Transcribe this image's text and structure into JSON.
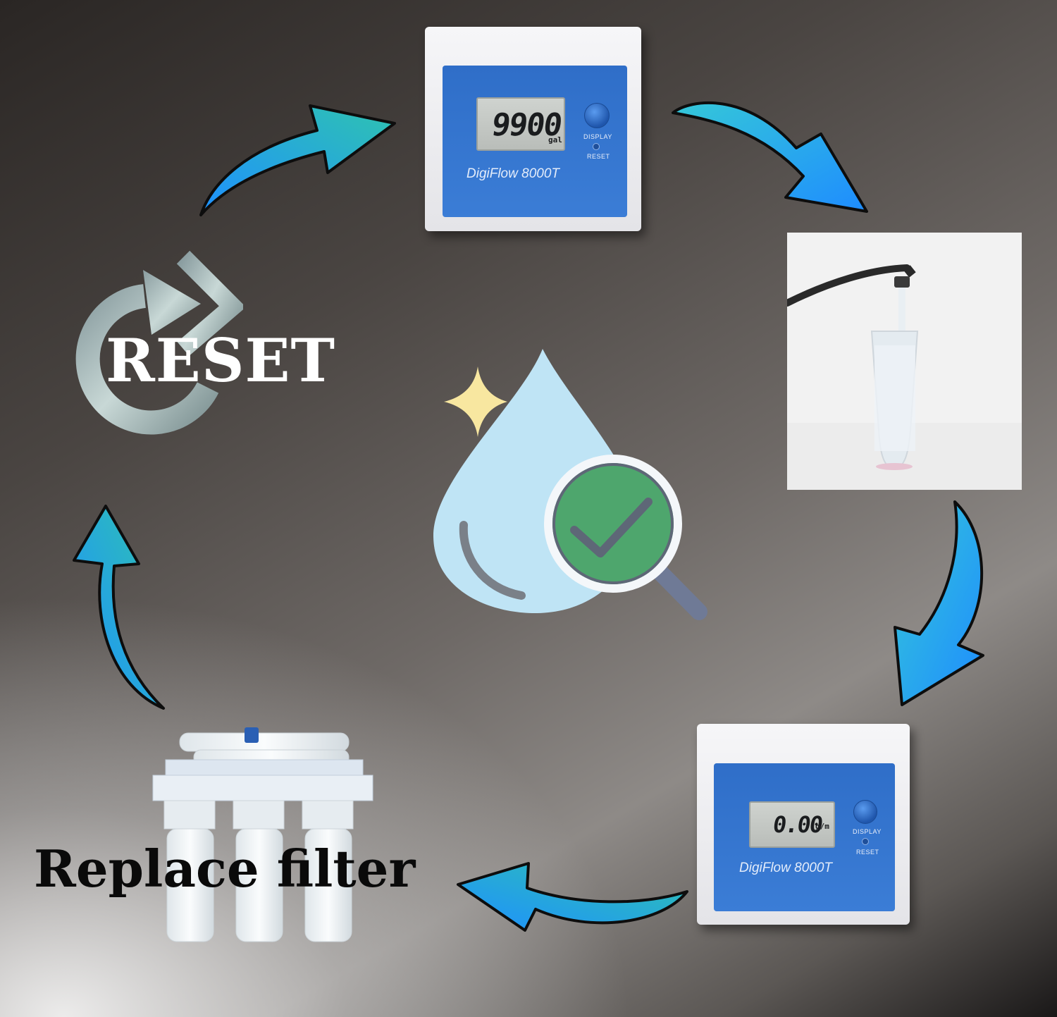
{
  "meter_top": {
    "reading": "9900",
    "unit": "gal",
    "display_label": "DISPLAY",
    "reset_label": "RESET",
    "brand": "DigiFlow 8000T"
  },
  "meter_bottom": {
    "reading": "0.00",
    "unit": "g/m",
    "display_label": "DISPLAY",
    "reset_label": "RESET",
    "brand": "DigiFlow 8000T"
  },
  "steps": {
    "reset": "RESET",
    "replace": "Replace filter"
  },
  "colors": {
    "arrow_blue": "#1e90ff",
    "arrow_teal": "#2fc3b0",
    "drop": "#bfe4f5",
    "check": "#4ea66d",
    "sparkle": "#f8e7a0"
  },
  "icons": [
    "reset-cycle-icon",
    "water-drop-check-icon",
    "sparkle-icon",
    "flow-arrow-icon"
  ]
}
